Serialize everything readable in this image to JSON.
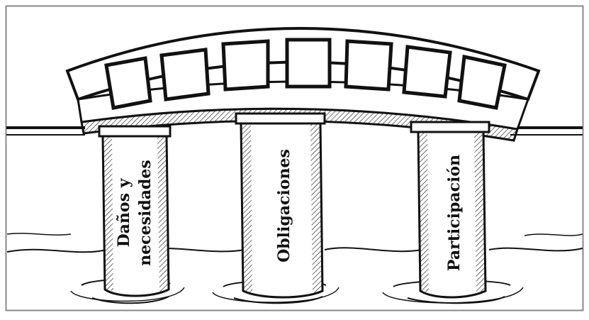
{
  "diagram": {
    "pillars": [
      {
        "id": "left",
        "label_lines": [
          "Daños y",
          "necesidades"
        ]
      },
      {
        "id": "center",
        "label_lines": [
          "Obligaciones"
        ]
      },
      {
        "id": "right",
        "label_lines": [
          "Participación"
        ]
      }
    ],
    "colors": {
      "ink": "#111111",
      "paper": "#ffffff",
      "frame": "#8a8a8a"
    }
  }
}
